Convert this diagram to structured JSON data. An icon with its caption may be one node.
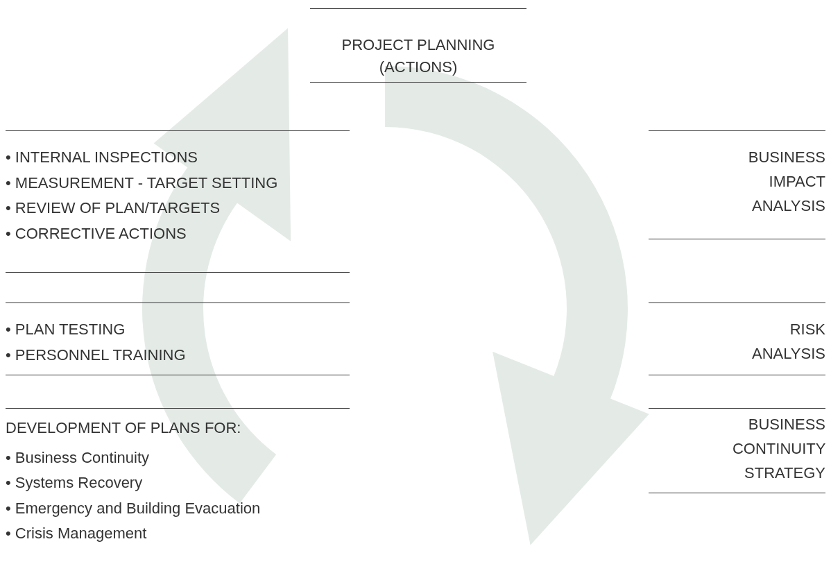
{
  "diagram": {
    "nodes": [
      {
        "text": [
          "PROJECT PLANNING (ACTIONS)"
        ]
      },
      {
        "text": [
          "• INTERNAL INSPECTIONS",
          "• MEASUREMENT - TARGET SETTING",
          "• REVIEW OF PLAN/TARGETS",
          "• CORRECTIVE ACTIONS"
        ]
      },
      {
        "text": [
          "BUSINESS IMPACT ANALYSIS"
        ]
      },
      {
        "text": [
          "• PLAN TESTING",
          "• PERSONNEL TRAINING"
        ]
      },
      {
        "text": [
          "RISK ANALYSIS"
        ]
      },
      {
        "text": [
          "DEVELOPMENT OF PLANS FOR:",
          "• Business Continuity",
          "• Systems Recovery",
          "• Emergency and Building Evacuation",
          "• Crisis Management"
        ]
      },
      {
        "text": [
          "BUSINESS CONTINUITY STRATEGY"
        ]
      }
    ]
  }
}
